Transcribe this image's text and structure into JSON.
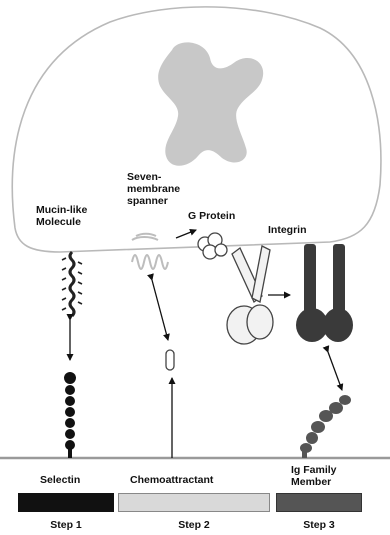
{
  "labels": {
    "mucin": "Mucin-like\nMolecule",
    "seven_membrane": "Seven-\nmembrane\nspanner",
    "g_protein": "G Protein",
    "integrin": "Integrin",
    "selectin": "Selectin",
    "chemoattractant": "Chemoattractant",
    "ig_family": "Ig Family\nMember"
  },
  "steps": [
    "Step 1",
    "Step 2",
    "Step 3"
  ],
  "colors": {
    "nucleus": "#c8c8c8",
    "selectin_bar": "#111111",
    "chemo_bar": "#d9d9d9",
    "ig_bar": "#555555",
    "integrin_active": "#3a3a3a",
    "integrin_inactive": "#f2f2f2"
  }
}
